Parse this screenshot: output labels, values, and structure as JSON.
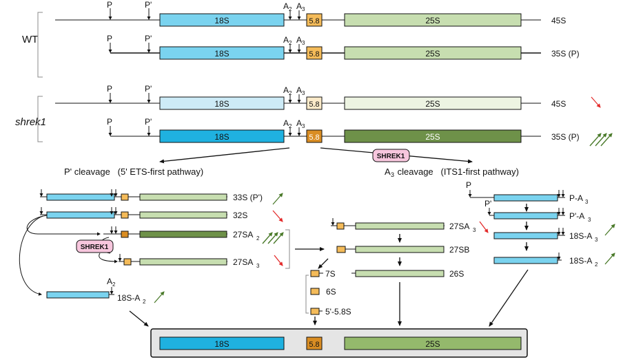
{
  "labels": {
    "wt": "WT",
    "mutant": "shrek1",
    "p": "P",
    "p_prime": "P'",
    "a2": "A",
    "a3": "A",
    "sub2": "2",
    "sub3": "3",
    "r18s": "18S",
    "r58s": "5.8",
    "r25s": "25S",
    "s45": "45S",
    "s35p": "35S (P)"
  },
  "pathways": {
    "left": "P' cleavage   (5' ETS-first pathway)",
    "right_a": "A",
    "right_sub": "3",
    "right_rest": " cleavage   (ITS1-first pathway)",
    "shrek1_badge": "SHREK1"
  },
  "left_path": {
    "s33": "33S (P')",
    "s32": "32S",
    "s27sa2": "27SA",
    "s27sa3": "27SA",
    "s18sa2": "18S-A",
    "a2": "A"
  },
  "middle_path": {
    "s27sa3": "27SA",
    "s27sb": "27SB",
    "s7": "7S",
    "s6": "6S",
    "s58": "5'-5.8S",
    "s26": "26S"
  },
  "right_path": {
    "p": "P",
    "p_prime": "P'",
    "pa3": "P-A",
    "ppa3": "P'-A",
    "s18sa3": "18S-A",
    "s18sa2": "18S-A"
  },
  "final": {
    "r18s": "18S",
    "r58s": "5.8",
    "r25s": "25S"
  },
  "colors": {
    "blue_light": "#7ad3ef",
    "blue_pale": "#cdebf7",
    "blue_dark": "#1fb1e0",
    "green_light": "#c7deb0",
    "green_pale": "#edf4e2",
    "green_dark": "#6e9149",
    "orange": "#f4bb59",
    "orange_pale": "#fbeac9",
    "orange_dark": "#d98d23",
    "pink": "#f7c6dd",
    "red_arrow": "#e32b2b",
    "green_arrow": "#4a7a2a"
  }
}
